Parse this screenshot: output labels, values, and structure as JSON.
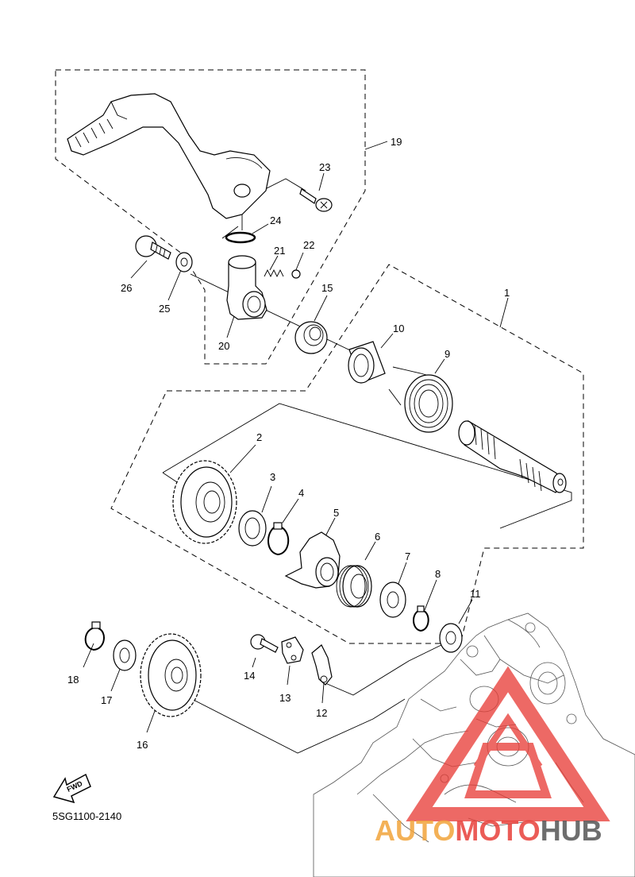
{
  "diagram": {
    "part_numbers": [
      "1",
      "2",
      "3",
      "4",
      "5",
      "6",
      "7",
      "8",
      "9",
      "10",
      "11",
      "12",
      "13",
      "14",
      "15",
      "16",
      "17",
      "18",
      "19",
      "20",
      "21",
      "22",
      "23",
      "24",
      "25",
      "26"
    ],
    "drawing_code": "5SG1100-2140",
    "fwd_label": "FWD"
  },
  "watermark": {
    "part1": "AUTO",
    "part2": "MOTO",
    "part3": "HUB",
    "color_primary": "#f2a43a",
    "color_secondary": "#e8403a",
    "color_dark": "#555555"
  }
}
